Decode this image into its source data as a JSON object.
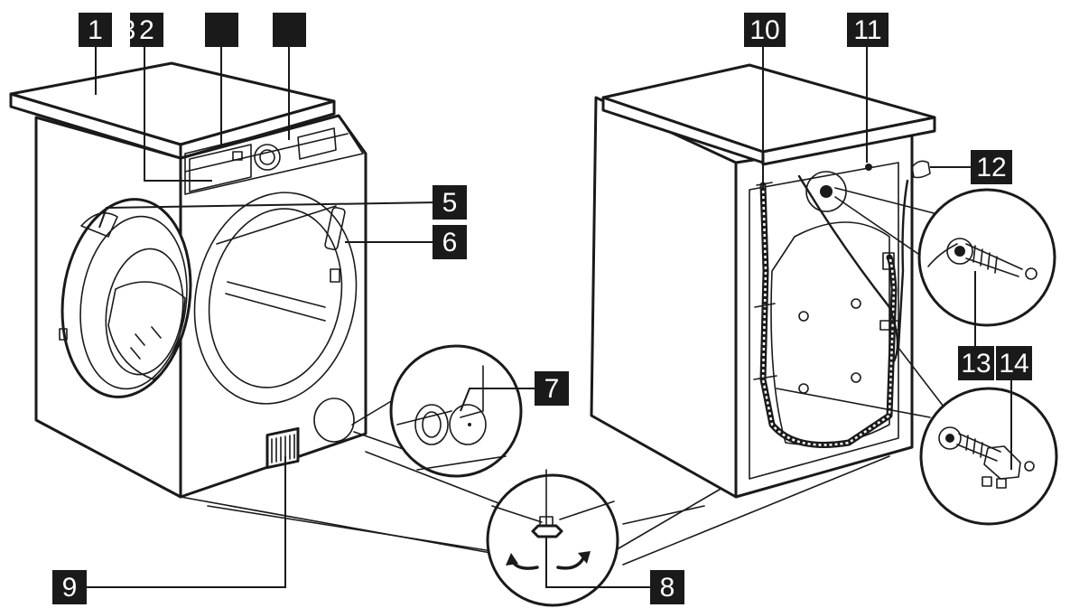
{
  "labels": [
    {
      "id": "1",
      "text": "1"
    },
    {
      "id": "2",
      "text": "2"
    },
    {
      "id": "3",
      "text": ""
    },
    {
      "id": "4",
      "text": ""
    },
    {
      "id": "5",
      "text": "5"
    },
    {
      "id": "6",
      "text": "6"
    },
    {
      "id": "7",
      "text": "7"
    },
    {
      "id": "8",
      "text": "8"
    },
    {
      "id": "9",
      "text": "9"
    },
    {
      "id": "10",
      "text": "10"
    },
    {
      "id": "11",
      "text": "11"
    },
    {
      "id": "12",
      "text": "12"
    },
    {
      "id": "13",
      "text": "13"
    },
    {
      "id": "14",
      "text": "14"
    }
  ],
  "stray_text": "3",
  "colors": {
    "ink": "#1a1a1a",
    "paper": "#ffffff",
    "shade": "#d9d9d9"
  }
}
